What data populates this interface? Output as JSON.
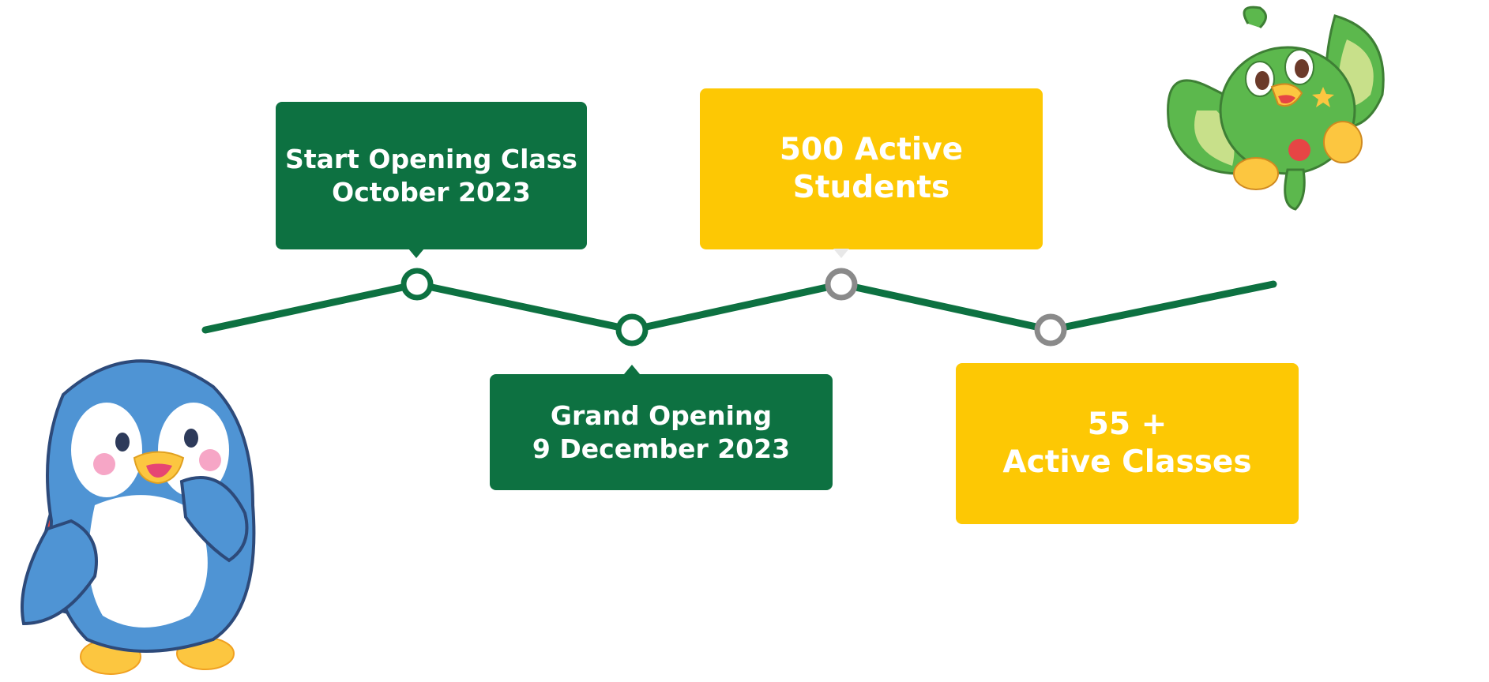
{
  "milestones": [
    {
      "id": "start-opening",
      "lines": [
        "Start Opening Class",
        "October 2023"
      ],
      "color": "#0d7141"
    },
    {
      "id": "grand-opening",
      "lines": [
        "Grand Opening",
        "9 December 2023"
      ],
      "color": "#0d7141"
    },
    {
      "id": "active-students",
      "lines": [
        "500 Active",
        "Students"
      ],
      "color": "#fdc804"
    },
    {
      "id": "active-classes",
      "lines": [
        "55 +",
        "Active Classes"
      ],
      "color": "#fdc804"
    }
  ],
  "timeline": {
    "line_color": "#0d7141",
    "node_colors": [
      "#0d7141",
      "#0d7141",
      "#8a8a8a",
      "#8a8a8a"
    ]
  },
  "mascots": {
    "left": "penguin-mascot",
    "right": "parrot-mascot"
  }
}
